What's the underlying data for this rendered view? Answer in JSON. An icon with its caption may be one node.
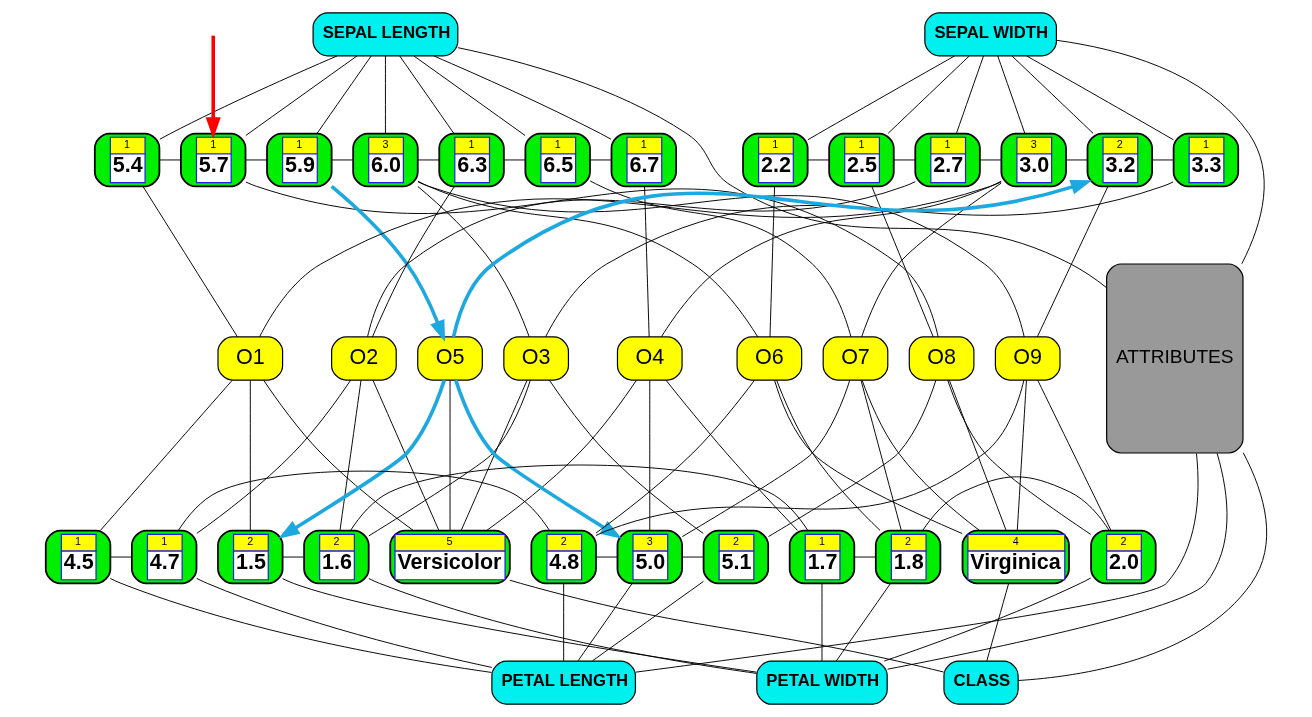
{
  "diagram": {
    "nodes": [
      {
        "text": [
          "SEPAL LENGTH"
        ]
      },
      {
        "text": [
          "SEPAL WIDTH"
        ]
      },
      {
        "text": [
          "1",
          "5.4"
        ]
      },
      {
        "text": [
          "1",
          "5.7"
        ]
      },
      {
        "text": [
          "1",
          "5.9"
        ]
      },
      {
        "text": [
          "3",
          "6.0"
        ]
      },
      {
        "text": [
          "1",
          "6.3"
        ]
      },
      {
        "text": [
          "1",
          "6.5"
        ]
      },
      {
        "text": [
          "1",
          "6.7"
        ]
      },
      {
        "text": [
          "1",
          "2.2"
        ]
      },
      {
        "text": [
          "1",
          "2.5"
        ]
      },
      {
        "text": [
          "1",
          "2.7"
        ]
      },
      {
        "text": [
          "3",
          "3.0"
        ]
      },
      {
        "text": [
          "2",
          "3.2"
        ]
      },
      {
        "text": [
          "1",
          "3.3"
        ]
      },
      {
        "text": [
          "ATTRIBUTES"
        ]
      },
      {
        "text": [
          "O1"
        ]
      },
      {
        "text": [
          "O2"
        ]
      },
      {
        "text": [
          "O3"
        ]
      },
      {
        "text": [
          "O4"
        ]
      },
      {
        "text": [
          "O5"
        ]
      },
      {
        "text": [
          "O6"
        ]
      },
      {
        "text": [
          "O7"
        ]
      },
      {
        "text": [
          "O8"
        ]
      },
      {
        "text": [
          "O9"
        ]
      },
      {
        "text": [
          "1",
          "4.5"
        ]
      },
      {
        "text": [
          "1",
          "4.7"
        ]
      },
      {
        "text": [
          "2",
          "4.8"
        ]
      },
      {
        "text": [
          "3",
          "5.0"
        ]
      },
      {
        "text": [
          "2",
          "5.1"
        ]
      },
      {
        "text": [
          "2",
          "1.5"
        ]
      },
      {
        "text": [
          "2",
          "1.6"
        ]
      },
      {
        "text": [
          "1",
          "1.7"
        ]
      },
      {
        "text": [
          "2",
          "1.8"
        ]
      },
      {
        "text": [
          "2",
          "2.0"
        ]
      },
      {
        "text": [
          "5",
          "Versicolor"
        ]
      },
      {
        "text": [
          "4",
          "Virginica"
        ]
      },
      {
        "text": [
          "PETAL LENGTH"
        ]
      },
      {
        "text": [
          "PETAL WIDTH"
        ]
      },
      {
        "text": [
          "CLASS"
        ]
      }
    ],
    "edges": [
      {
        "from": 0,
        "to": 2,
        "arrow": "none"
      },
      {
        "from": 0,
        "to": 3,
        "arrow": "none"
      },
      {
        "from": 0,
        "to": 4,
        "arrow": "none"
      },
      {
        "from": 0,
        "to": 5,
        "arrow": "none"
      },
      {
        "from": 0,
        "to": 6,
        "arrow": "none"
      },
      {
        "from": 0,
        "to": 7,
        "arrow": "none"
      },
      {
        "from": 0,
        "to": 8,
        "arrow": "none"
      },
      {
        "from": 1,
        "to": 9,
        "arrow": "none"
      },
      {
        "from": 1,
        "to": 10,
        "arrow": "none"
      },
      {
        "from": 1,
        "to": 11,
        "arrow": "none"
      },
      {
        "from": 1,
        "to": 12,
        "arrow": "none"
      },
      {
        "from": 1,
        "to": 13,
        "arrow": "none"
      },
      {
        "from": 1,
        "to": 14,
        "arrow": "none"
      },
      {
        "from": 2,
        "to": 3,
        "arrow": "none"
      },
      {
        "from": 3,
        "to": 4,
        "arrow": "none"
      },
      {
        "from": 4,
        "to": 5,
        "arrow": "none"
      },
      {
        "from": 5,
        "to": 6,
        "arrow": "none"
      },
      {
        "from": 6,
        "to": 7,
        "arrow": "none"
      },
      {
        "from": 7,
        "to": 8,
        "arrow": "none"
      },
      {
        "from": 9,
        "to": 10,
        "arrow": "none"
      },
      {
        "from": 10,
        "to": 11,
        "arrow": "none"
      },
      {
        "from": 11,
        "to": 12,
        "arrow": "none"
      },
      {
        "from": 12,
        "to": 13,
        "arrow": "none"
      },
      {
        "from": 13,
        "to": 14,
        "arrow": "none"
      },
      {
        "from": 2,
        "to": 16,
        "arrow": "none"
      },
      {
        "from": 12,
        "to": 16,
        "arrow": "none"
      },
      {
        "from": 6,
        "to": 17,
        "arrow": "none"
      },
      {
        "from": 11,
        "to": 17,
        "arrow": "none"
      },
      {
        "from": 5,
        "to": 18,
        "arrow": "none"
      },
      {
        "from": 14,
        "to": 18,
        "arrow": "none"
      },
      {
        "from": 8,
        "to": 19,
        "arrow": "none"
      },
      {
        "from": 12,
        "to": 19,
        "arrow": "none"
      },
      {
        "from": 4,
        "to": 20,
        "arrow": "to",
        "style": "thick",
        "color": "#1ea8e0"
      },
      {
        "from": 20,
        "to": 13,
        "arrow": "to",
        "style": "thick",
        "color": "#1ea8e0"
      },
      {
        "from": 5,
        "to": 21,
        "arrow": "none"
      },
      {
        "from": 9,
        "to": 21,
        "arrow": "none"
      },
      {
        "from": 7,
        "to": 22,
        "arrow": "none"
      },
      {
        "from": 12,
        "to": 22,
        "arrow": "none"
      },
      {
        "from": 3,
        "to": 23,
        "arrow": "none"
      },
      {
        "from": 10,
        "to": 23,
        "arrow": "none"
      },
      {
        "from": 5,
        "to": 24,
        "arrow": "none"
      },
      {
        "from": 13,
        "to": 24,
        "arrow": "none"
      },
      {
        "from": 16,
        "to": 25,
        "arrow": "none"
      },
      {
        "from": 16,
        "to": 30,
        "arrow": "none"
      },
      {
        "from": 16,
        "to": 35,
        "arrow": "none"
      },
      {
        "from": 17,
        "to": 26,
        "arrow": "none"
      },
      {
        "from": 17,
        "to": 31,
        "arrow": "none"
      },
      {
        "from": 17,
        "to": 35,
        "arrow": "none"
      },
      {
        "from": 18,
        "to": 29,
        "arrow": "none"
      },
      {
        "from": 18,
        "to": 31,
        "arrow": "none"
      },
      {
        "from": 18,
        "to": 35,
        "arrow": "none"
      },
      {
        "from": 19,
        "to": 28,
        "arrow": "none"
      },
      {
        "from": 19,
        "to": 32,
        "arrow": "none"
      },
      {
        "from": 19,
        "to": 35,
        "arrow": "none"
      },
      {
        "from": 20,
        "to": 28,
        "arrow": "to",
        "style": "thick",
        "color": "#1ea8e0"
      },
      {
        "from": 20,
        "to": 30,
        "arrow": "to",
        "style": "thick",
        "color": "#1ea8e0"
      },
      {
        "from": 20,
        "to": 35,
        "arrow": "none"
      },
      {
        "from": 21,
        "to": 27,
        "arrow": "none"
      },
      {
        "from": 21,
        "to": 33,
        "arrow": "none"
      },
      {
        "from": 21,
        "to": 36,
        "arrow": "none"
      },
      {
        "from": 22,
        "to": 28,
        "arrow": "none"
      },
      {
        "from": 22,
        "to": 33,
        "arrow": "none"
      },
      {
        "from": 22,
        "to": 36,
        "arrow": "none"
      },
      {
        "from": 23,
        "to": 29,
        "arrow": "none"
      },
      {
        "from": 23,
        "to": 34,
        "arrow": "none"
      },
      {
        "from": 23,
        "to": 36,
        "arrow": "none"
      },
      {
        "from": 24,
        "to": 27,
        "arrow": "none"
      },
      {
        "from": 24,
        "to": 34,
        "arrow": "none"
      },
      {
        "from": 24,
        "to": 36,
        "arrow": "none"
      },
      {
        "from": 25,
        "to": 26,
        "arrow": "none"
      },
      {
        "from": 26,
        "to": 27,
        "arrow": "none"
      },
      {
        "from": 27,
        "to": 28,
        "arrow": "none"
      },
      {
        "from": 28,
        "to": 29,
        "arrow": "none"
      },
      {
        "from": 30,
        "to": 31,
        "arrow": "none"
      },
      {
        "from": 31,
        "to": 32,
        "arrow": "none"
      },
      {
        "from": 32,
        "to": 33,
        "arrow": "none"
      },
      {
        "from": 33,
        "to": 34,
        "arrow": "none"
      },
      {
        "from": 25,
        "to": 37,
        "arrow": "none"
      },
      {
        "from": 26,
        "to": 37,
        "arrow": "none"
      },
      {
        "from": 27,
        "to": 37,
        "arrow": "none"
      },
      {
        "from": 28,
        "to": 37,
        "arrow": "none"
      },
      {
        "from": 29,
        "to": 37,
        "arrow": "none"
      },
      {
        "from": 30,
        "to": 38,
        "arrow": "none"
      },
      {
        "from": 31,
        "to": 38,
        "arrow": "none"
      },
      {
        "from": 32,
        "to": 38,
        "arrow": "none"
      },
      {
        "from": 33,
        "to": 38,
        "arrow": "none"
      },
      {
        "from": 34,
        "to": 38,
        "arrow": "none"
      },
      {
        "from": 35,
        "to": 39,
        "arrow": "none"
      },
      {
        "from": 36,
        "to": 39,
        "arrow": "none"
      },
      {
        "from": 15,
        "to": 0,
        "arrow": "none"
      },
      {
        "from": 15,
        "to": 1,
        "arrow": "none"
      },
      {
        "from": 15,
        "to": 37,
        "arrow": "none"
      },
      {
        "from": 15,
        "to": 38,
        "arrow": "none"
      },
      {
        "from": 15,
        "to": 39,
        "arrow": "none"
      },
      {
        "from": null,
        "to": 3,
        "arrow": "to",
        "style": "thick",
        "color": "#ff0000"
      }
    ]
  }
}
